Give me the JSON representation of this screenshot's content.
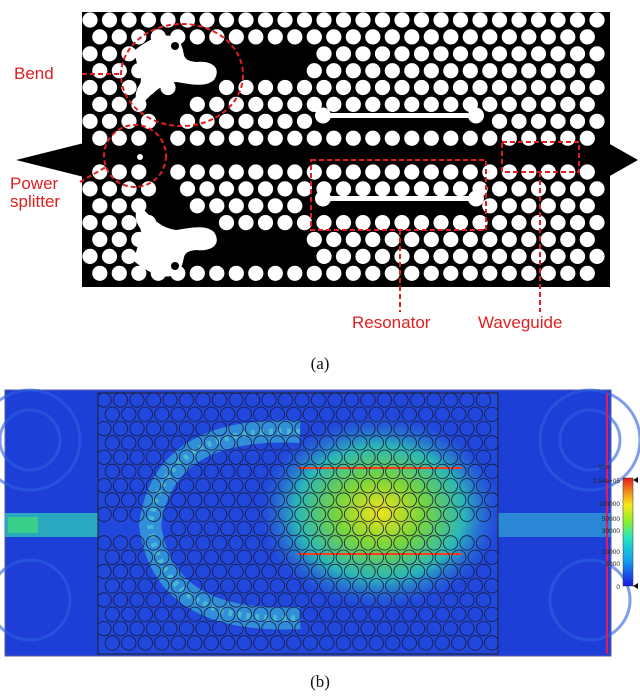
{
  "panel_a": {
    "caption": "(a)",
    "labels": {
      "bend": "Bend",
      "power_splitter_line1": "Power",
      "power_splitter_line2": "splitter",
      "resonator": "Resonator",
      "waveguide": "Waveguide"
    }
  },
  "panel_b": {
    "caption": "(b)",
    "colorbar": {
      "unit": "V/m",
      "ticks": [
        "2.54e+05",
        "100000",
        "50000",
        "30000",
        "10000",
        "5000",
        "0"
      ]
    }
  },
  "colors": {
    "annotation": "#e02020",
    "device": "#000000",
    "field_background": "#1a3ad8"
  }
}
